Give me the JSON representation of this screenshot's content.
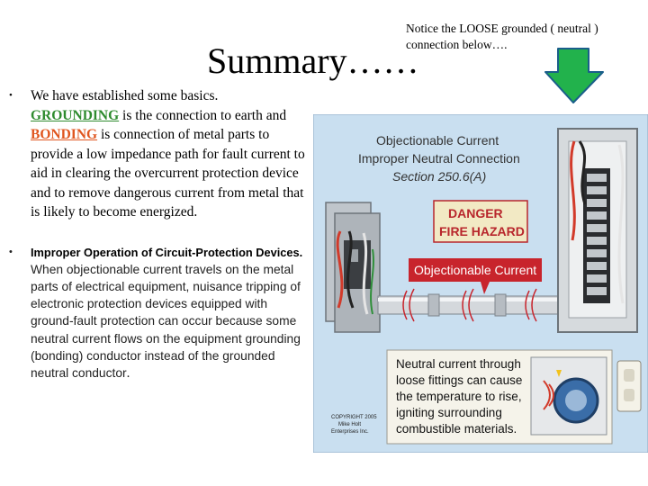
{
  "slide": {
    "title": "Summary……",
    "notice": "Notice the LOOSE grounded ( neutral ) connection below….",
    "bullet_symbol": "•"
  },
  "bullets": [
    {
      "intro": "We have established some basics.",
      "grounding": "GROUNDING",
      "grounding_text": " is the connection to earth and ",
      "bonding": "BONDING",
      "bonding_text": " is connection of metal parts to provide a low impedance path for fault current to aid in clearing the overcurrent protection device and to remove dangerous current from metal that is likely to become energized."
    },
    {
      "lead": "Improper Operation of Circuit-Protection Devices.",
      "body": " When objectionable current travels on the metal parts of electrical equipment, nuisance tripping of electronic protection devices equipped with ground-fault protection can occur because some neutral current flows on the equipment grounding (bonding) conductor instead of the grounded neutral conductor",
      "end": "."
    }
  ],
  "illustration": {
    "heading": [
      "Objectionable Current",
      "Improper Neutral Connection",
      "Section 250.6(A)"
    ],
    "danger": [
      "DANGER",
      "FIRE HAZARD"
    ],
    "callout": "Objectionable Current",
    "note": [
      "Neutral current through",
      "loose fittings can cause",
      "the temperature to rise,",
      "igniting surrounding",
      "combustible materials."
    ],
    "credit": [
      "COPYRIGHT 2005",
      "Mike Holt",
      "Enterprises Inc."
    ]
  },
  "colors": {
    "grounding": "#2e8b2e",
    "bonding": "#e0561f",
    "arrow": "#22b24c",
    "illustration_bg": "#c9dff0",
    "callout_bg": "#c8242c"
  }
}
